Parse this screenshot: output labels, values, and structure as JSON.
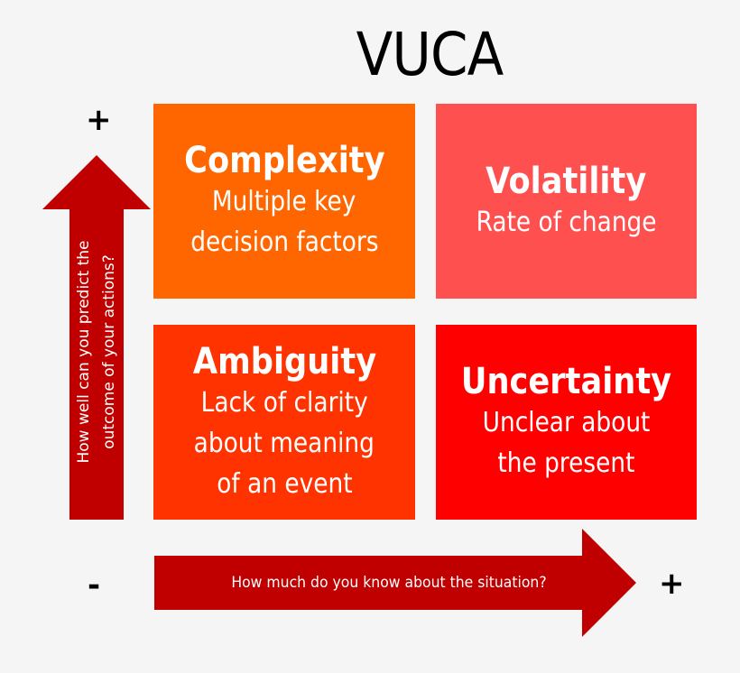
{
  "title": "VUCA",
  "colors": {
    "background": "#f5f5f5",
    "complexity": "#ff6600",
    "volatility": "#ff5050",
    "ambiguity": "#ff3300",
    "uncertainty": "#ff0000",
    "arrow": "#c00000"
  },
  "quadrants": [
    {
      "heading": "Complexity",
      "lines": [
        "Multiple key",
        "decision factors"
      ]
    },
    {
      "heading": "Volatility",
      "lines": [
        "Rate of change"
      ]
    },
    {
      "heading": "Ambiguity",
      "lines": [
        "Lack of clarity",
        "about meaning",
        "of an event"
      ]
    },
    {
      "heading": "Uncertainty",
      "lines": [
        "Unclear about",
        "the present"
      ]
    }
  ],
  "y_axis": {
    "label_line1": "How well can you predict the",
    "label_line2": "outcome of your actions?",
    "top_symbol": "+"
  },
  "x_axis": {
    "label": "How much do you know about the situation?",
    "left_symbol": "-",
    "right_symbol": "+"
  }
}
